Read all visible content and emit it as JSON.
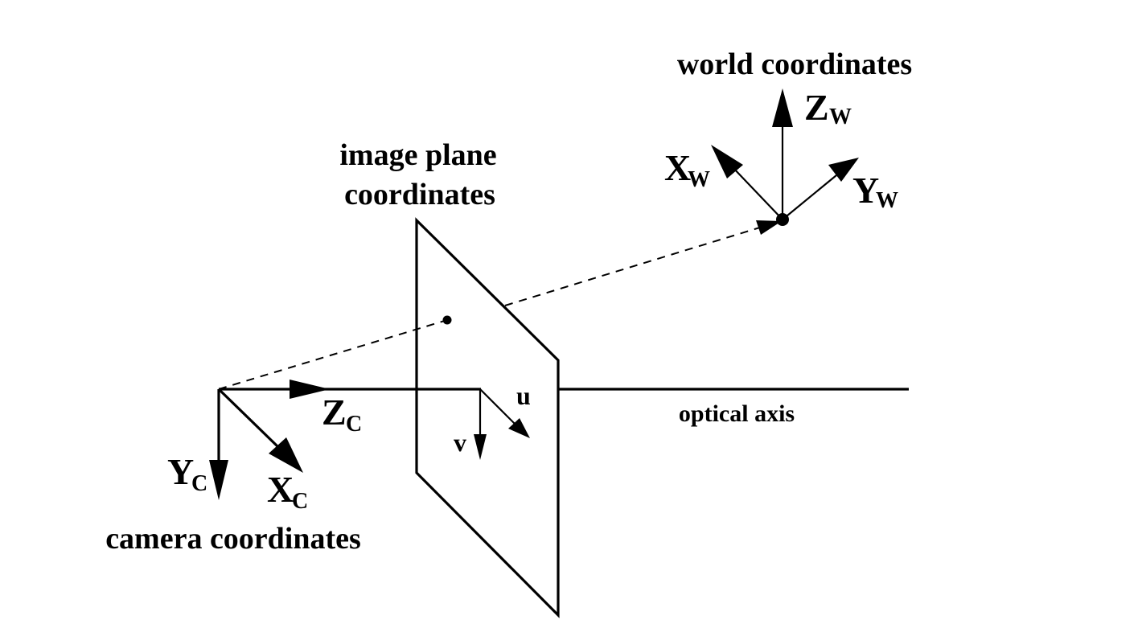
{
  "labels": {
    "world_title": "world coordinates",
    "image_plane_line1": "image plane",
    "image_plane_line2": "coordinates",
    "camera_title": "camera coordinates",
    "optical_axis": "optical axis",
    "zw_main": "Z",
    "zw_sub": "W",
    "xw_main": "X",
    "xw_sub": "W",
    "yw_main": "Y",
    "yw_sub": "W",
    "zc_main": "Z",
    "zc_sub": "C",
    "yc_main": "Y",
    "yc_sub": "C",
    "xc_main": "X",
    "xc_sub": "C",
    "u": "u",
    "v": "v"
  },
  "colors": {
    "ink": "#000000",
    "background": "#ffffff"
  }
}
